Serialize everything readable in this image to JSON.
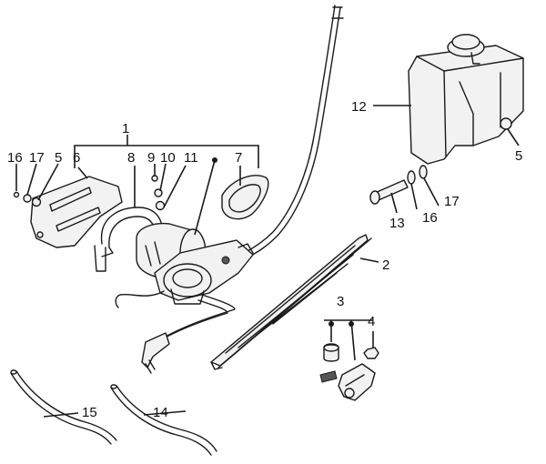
{
  "callouts": {
    "c1": "1",
    "c2": "2",
    "c3": "3",
    "c4": "4",
    "c5a": "5",
    "c5b": "5",
    "c6": "6",
    "c7": "7",
    "c8": "8",
    "c9": "9",
    "c10": "10",
    "c11": "11",
    "c12": "12",
    "c13": "13",
    "c14": "14",
    "c15": "15",
    "c16a": "16",
    "c16b": "16",
    "c17a": "17",
    "c17b": "17"
  },
  "colors": {
    "line": "#1a1a1a",
    "background": "#ffffff"
  }
}
